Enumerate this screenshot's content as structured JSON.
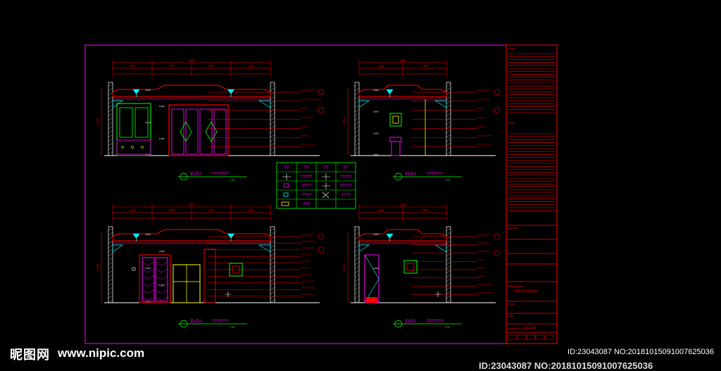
{
  "elevations": [
    {
      "id": "elev-a",
      "title_elev": "ELEV",
      "title_name": "???????",
      "scale": "1:40",
      "height_dim": "2,600",
      "dims_top": [
        "6,700"
      ],
      "dims_sub": [
        "1,450",
        "1950",
        "2010",
        "1,450"
      ],
      "level_marks": [
        "2,600",
        "2,600",
        "2,400",
        "1,600",
        "0.100"
      ],
      "notes": [
        "????????",
        "?????????????",
        "????",
        "???????",
        "????",
        "?????",
        "?????????"
      ]
    },
    {
      "id": "elev-b",
      "title_elev": "ELEV",
      "title_name": "???????",
      "scale": "1:40",
      "height_dim": "2,600",
      "dims_top": [
        "3,240"
      ],
      "dims_sub": [
        "1,800",
        "1,440"
      ],
      "level_marks": [
        "2,600",
        "2,600",
        "1,600",
        "0.800"
      ],
      "notes": [
        "????????",
        "????????",
        "????",
        "?????",
        "?????",
        "?????????",
        "?????????"
      ]
    },
    {
      "id": "elev-c",
      "title_elev": "ELEV",
      "title_name": "???????",
      "scale": "1:40",
      "height_dim": "2,600",
      "dims_top": [
        "6,700"
      ],
      "dims_sub": [
        "1,450",
        "1,800",
        "2,000",
        "1,450"
      ],
      "level_marks": [
        "2,600",
        "2,600",
        "2,400",
        "1,600",
        "0.100"
      ],
      "notes": [
        "????????",
        "?????????",
        "????????",
        "??????",
        "??????",
        "??????",
        "??????",
        "????????",
        "?????????",
        "????????"
      ]
    },
    {
      "id": "elev-d",
      "title_elev": "ELEV",
      "title_name": "???????",
      "scale": "1:40",
      "height_dim": "2,600",
      "dims_top": [
        "3,240"
      ],
      "dims_sub": [
        "1,400",
        "1,840"
      ],
      "level_marks": [
        "2,600",
        "2,600",
        "1,600"
      ],
      "notes": [
        "????????",
        "????????",
        "????????",
        "????",
        "?????",
        "?????",
        "?????????",
        "?????????"
      ]
    }
  ],
  "legend": {
    "headers": [
      "??",
      "??",
      "??",
      "??"
    ],
    "rows": [
      [
        "",
        "?????",
        "",
        "?????"
      ],
      [
        "",
        "????",
        "",
        "?????"
      ],
      [
        "",
        "????",
        "",
        "????"
      ],
      [
        "",
        "???",
        "",
        ""
      ]
    ]
  },
  "title_block": {
    "fields": [
      "Notes:",
      "Client:",
      "Architect:",
      "Drawing Title",
      "Scale",
      "Date",
      "Drawing No."
    ],
    "drawing_title_value": "????????????",
    "drawing_no_value": "10-4-03"
  },
  "watermark": {
    "logo": "昵图网",
    "site": "www.nipic.com",
    "id_line": "ID:23043087 NO:20181015091007625036",
    "bottom_line": "ID:23043087 NO:20181015091007625036"
  },
  "colors": {
    "frame": "#ff00ff",
    "dim": "#ff0000",
    "green": "#00ff00",
    "cyan": "#00ffff",
    "magenta": "#ff00ff",
    "yellow": "#ffff00",
    "white": "#ffffff"
  }
}
